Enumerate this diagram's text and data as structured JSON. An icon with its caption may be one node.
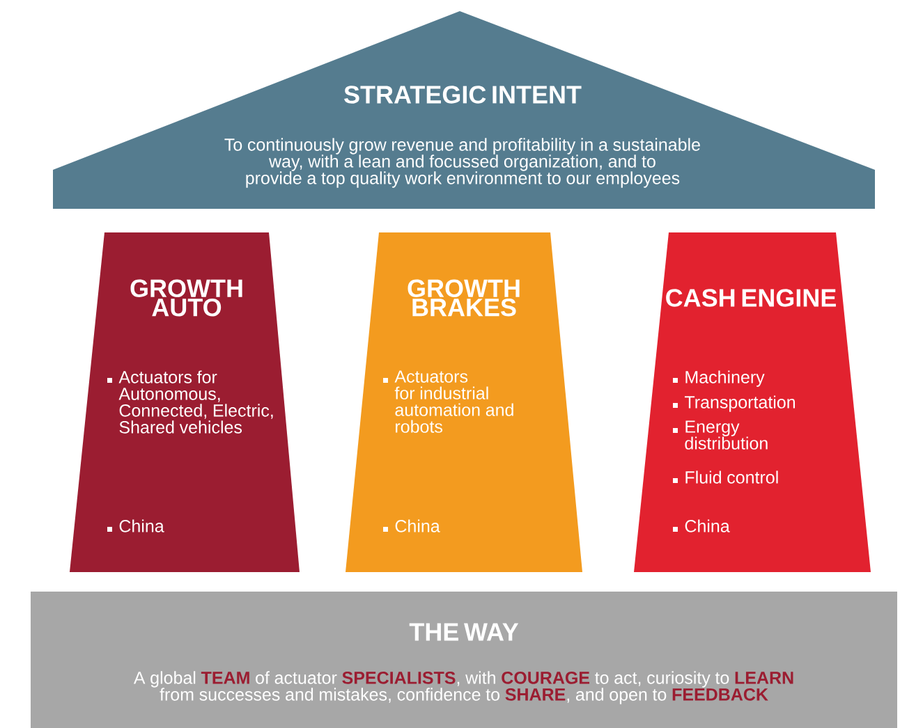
{
  "diagram": {
    "nodes": [
      {
        "text": [
          "STRATEGIC INTENT",
          "To continuously grow revenue and profitability in a sustainable way, with a lean and focussed organization, and to provide a top quality work environment to our employees"
        ]
      },
      {
        "text": [
          "GROWTH AUTO",
          "Actuators for Autonomous, Connected, Electric, Shared vehicles",
          "China"
        ]
      },
      {
        "text": [
          "GROWTH BRAKES",
          "Actuators for industrial automation and robots",
          "China"
        ]
      },
      {
        "text": [
          "CASH ENGINE",
          "Machinery",
          "Transportation",
          "Energy distribution",
          "Fluid control",
          "China"
        ]
      },
      {
        "text": [
          "THE WAY",
          "A global **TEAM** of actuator **SPECIALISTS**, with **COURAGE** to act, curiosity to **LEARN** from successes and mistakes, confidence to **SHARE**, and open to **FEEDBACK**"
        ]
      }
    ]
  }
}
